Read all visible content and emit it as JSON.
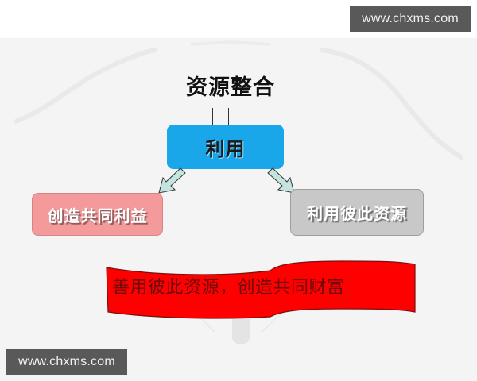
{
  "watermarks": {
    "top_right": "www.chxms.com",
    "bottom_left": "www.chxms.com"
  },
  "diagram": {
    "title": "资源整合",
    "center_node": {
      "label": "利用",
      "color": "#1aa7ea"
    },
    "left_node": {
      "label": "创造共同利益",
      "color": "#f49a9b"
    },
    "right_node": {
      "label": "利用彼此资源",
      "color": "#c8c8c8"
    },
    "arrow_color": "#c5e3df",
    "banner": {
      "text": "善用彼此资源，创造共同财富",
      "color": "#ff0000",
      "text_color": "#6a0a0a"
    },
    "background_color": "#f4f4f4"
  }
}
